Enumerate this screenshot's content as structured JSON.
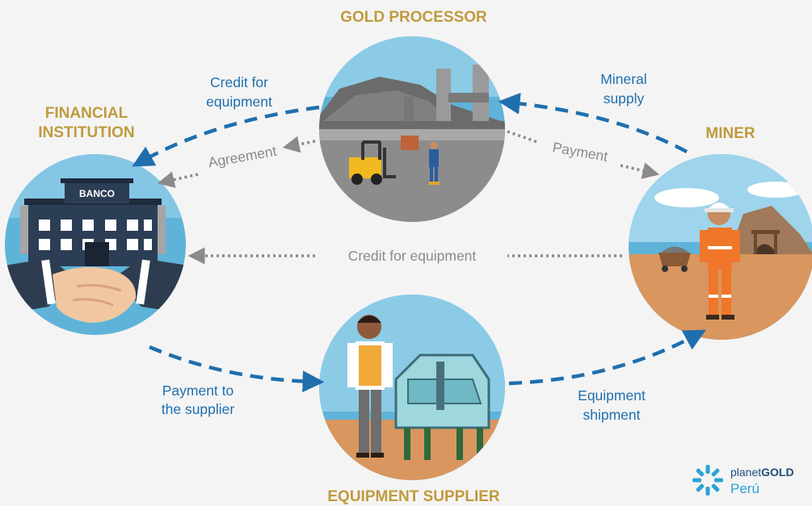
{
  "nodes": {
    "gold_processor": "GOLD PROCESSOR",
    "financial_institution": [
      "FINANCIAL",
      "INSTITUTION"
    ],
    "miner": "MINER",
    "equipment_supplier": "EQUIPMENT SUPPLIER"
  },
  "flows": {
    "credit_top": [
      "Credit for",
      "equipment"
    ],
    "mineral_supply": [
      "Mineral",
      "supply"
    ],
    "agreement": "Agreement",
    "payment": "Payment",
    "credit_middle": "Credit for equipment",
    "payment_supplier": [
      "Payment to",
      "the supplier"
    ],
    "equipment_shipment": [
      "Equipment",
      "shipment"
    ]
  },
  "bank_sign": "BANCO",
  "logo": {
    "name_light": "planet",
    "name_bold": "GOLD",
    "country": "Perú"
  },
  "colors": {
    "title": "#c09a3e",
    "flow_arrow": "#1f6fae",
    "dotted_arrow": "#8a8a8a",
    "circle_sky": "#5fb3d8",
    "ground": "#d9965f"
  }
}
